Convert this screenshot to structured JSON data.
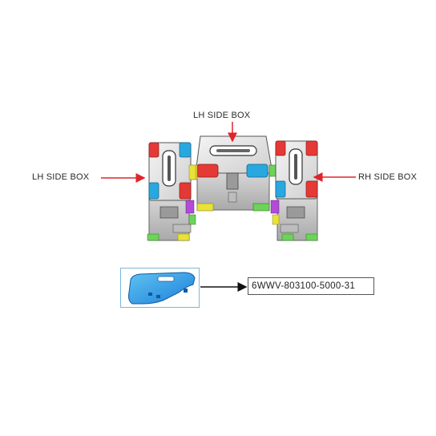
{
  "labels": {
    "top_box": "LH SIDE BOX",
    "left_box": "LH SIDE BOX",
    "right_box": "RH SIDE BOX"
  },
  "part": {
    "number": "6WWV-803100-5000-31",
    "color": "#1e88e5"
  },
  "colors": {
    "arrow": "#e0242a",
    "red_part": "#e53935",
    "blue_part": "#29a8e0",
    "yellow_part": "#e8e23a",
    "green_part": "#6dd35a",
    "purple_part": "#b14bd8",
    "frame": "#7ab9d9"
  }
}
